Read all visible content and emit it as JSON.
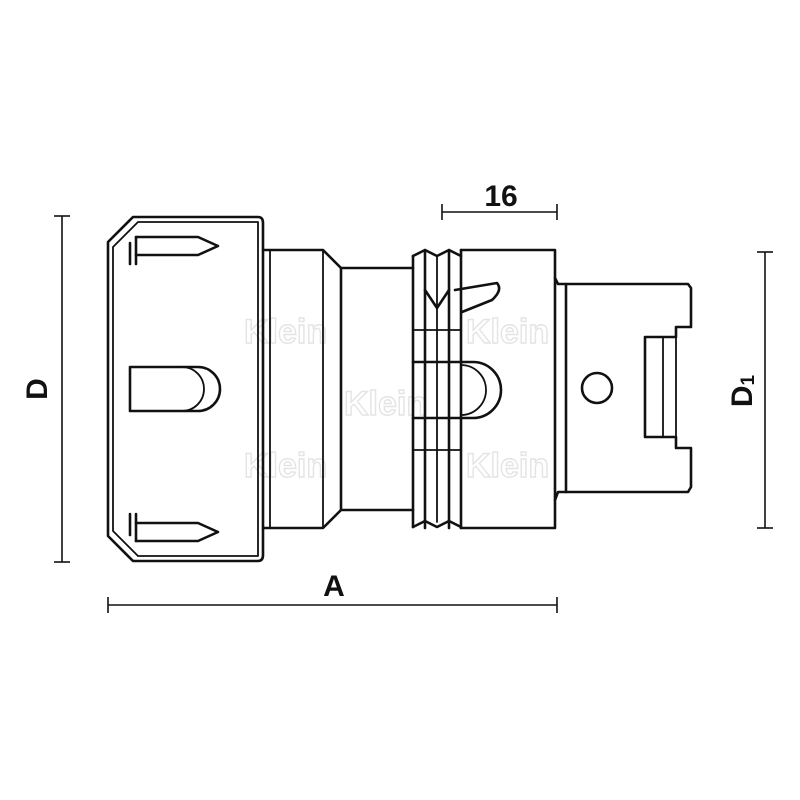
{
  "dimensions": {
    "length_label": "A",
    "diameter_label": "D",
    "shank_diameter_label": "D",
    "shank_diameter_subscript": "1",
    "flange_width_label": "16"
  },
  "watermark": {
    "text": "Klein"
  }
}
